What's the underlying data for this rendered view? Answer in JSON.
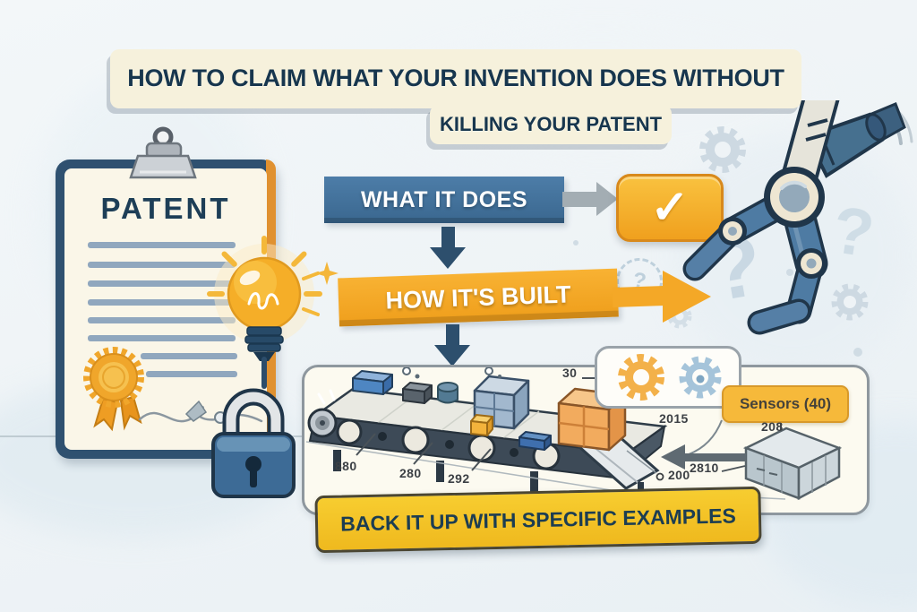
{
  "title": {
    "line1": "HOW TO CLAIM WHAT YOUR INVENTION DOES WITHOUT",
    "line2": "KILLING YOUR PATENT"
  },
  "flow": {
    "step1_label": "WHAT IT DOES",
    "step2_label": "HOW IT'S BUILT",
    "step3_label": "BACK IT UP WITH SPECIFIC EXAMPLES",
    "checkmark_glyph": "✓"
  },
  "patent_document": {
    "heading": "PATENT"
  },
  "example_diagram": {
    "sensors_tag": "Sensors (40)",
    "part_numbers": {
      "belt_1": "880",
      "belt_2": "280",
      "belt_3": "292",
      "gear_unit": "30",
      "ref_upper": "2015",
      "ref_lower": "200",
      "module_top": "208",
      "module_side": "2810"
    }
  },
  "decorations": {
    "question_mark": "?"
  },
  "colors": {
    "navy": "#1d3a52",
    "steel_blue": "#3f74a0",
    "orange": "#f5a726",
    "gold": "#f3c227",
    "cream": "#f6f1dc",
    "panel_bg": "#fcfaf0",
    "doodle_blue": "#ccdae4"
  }
}
